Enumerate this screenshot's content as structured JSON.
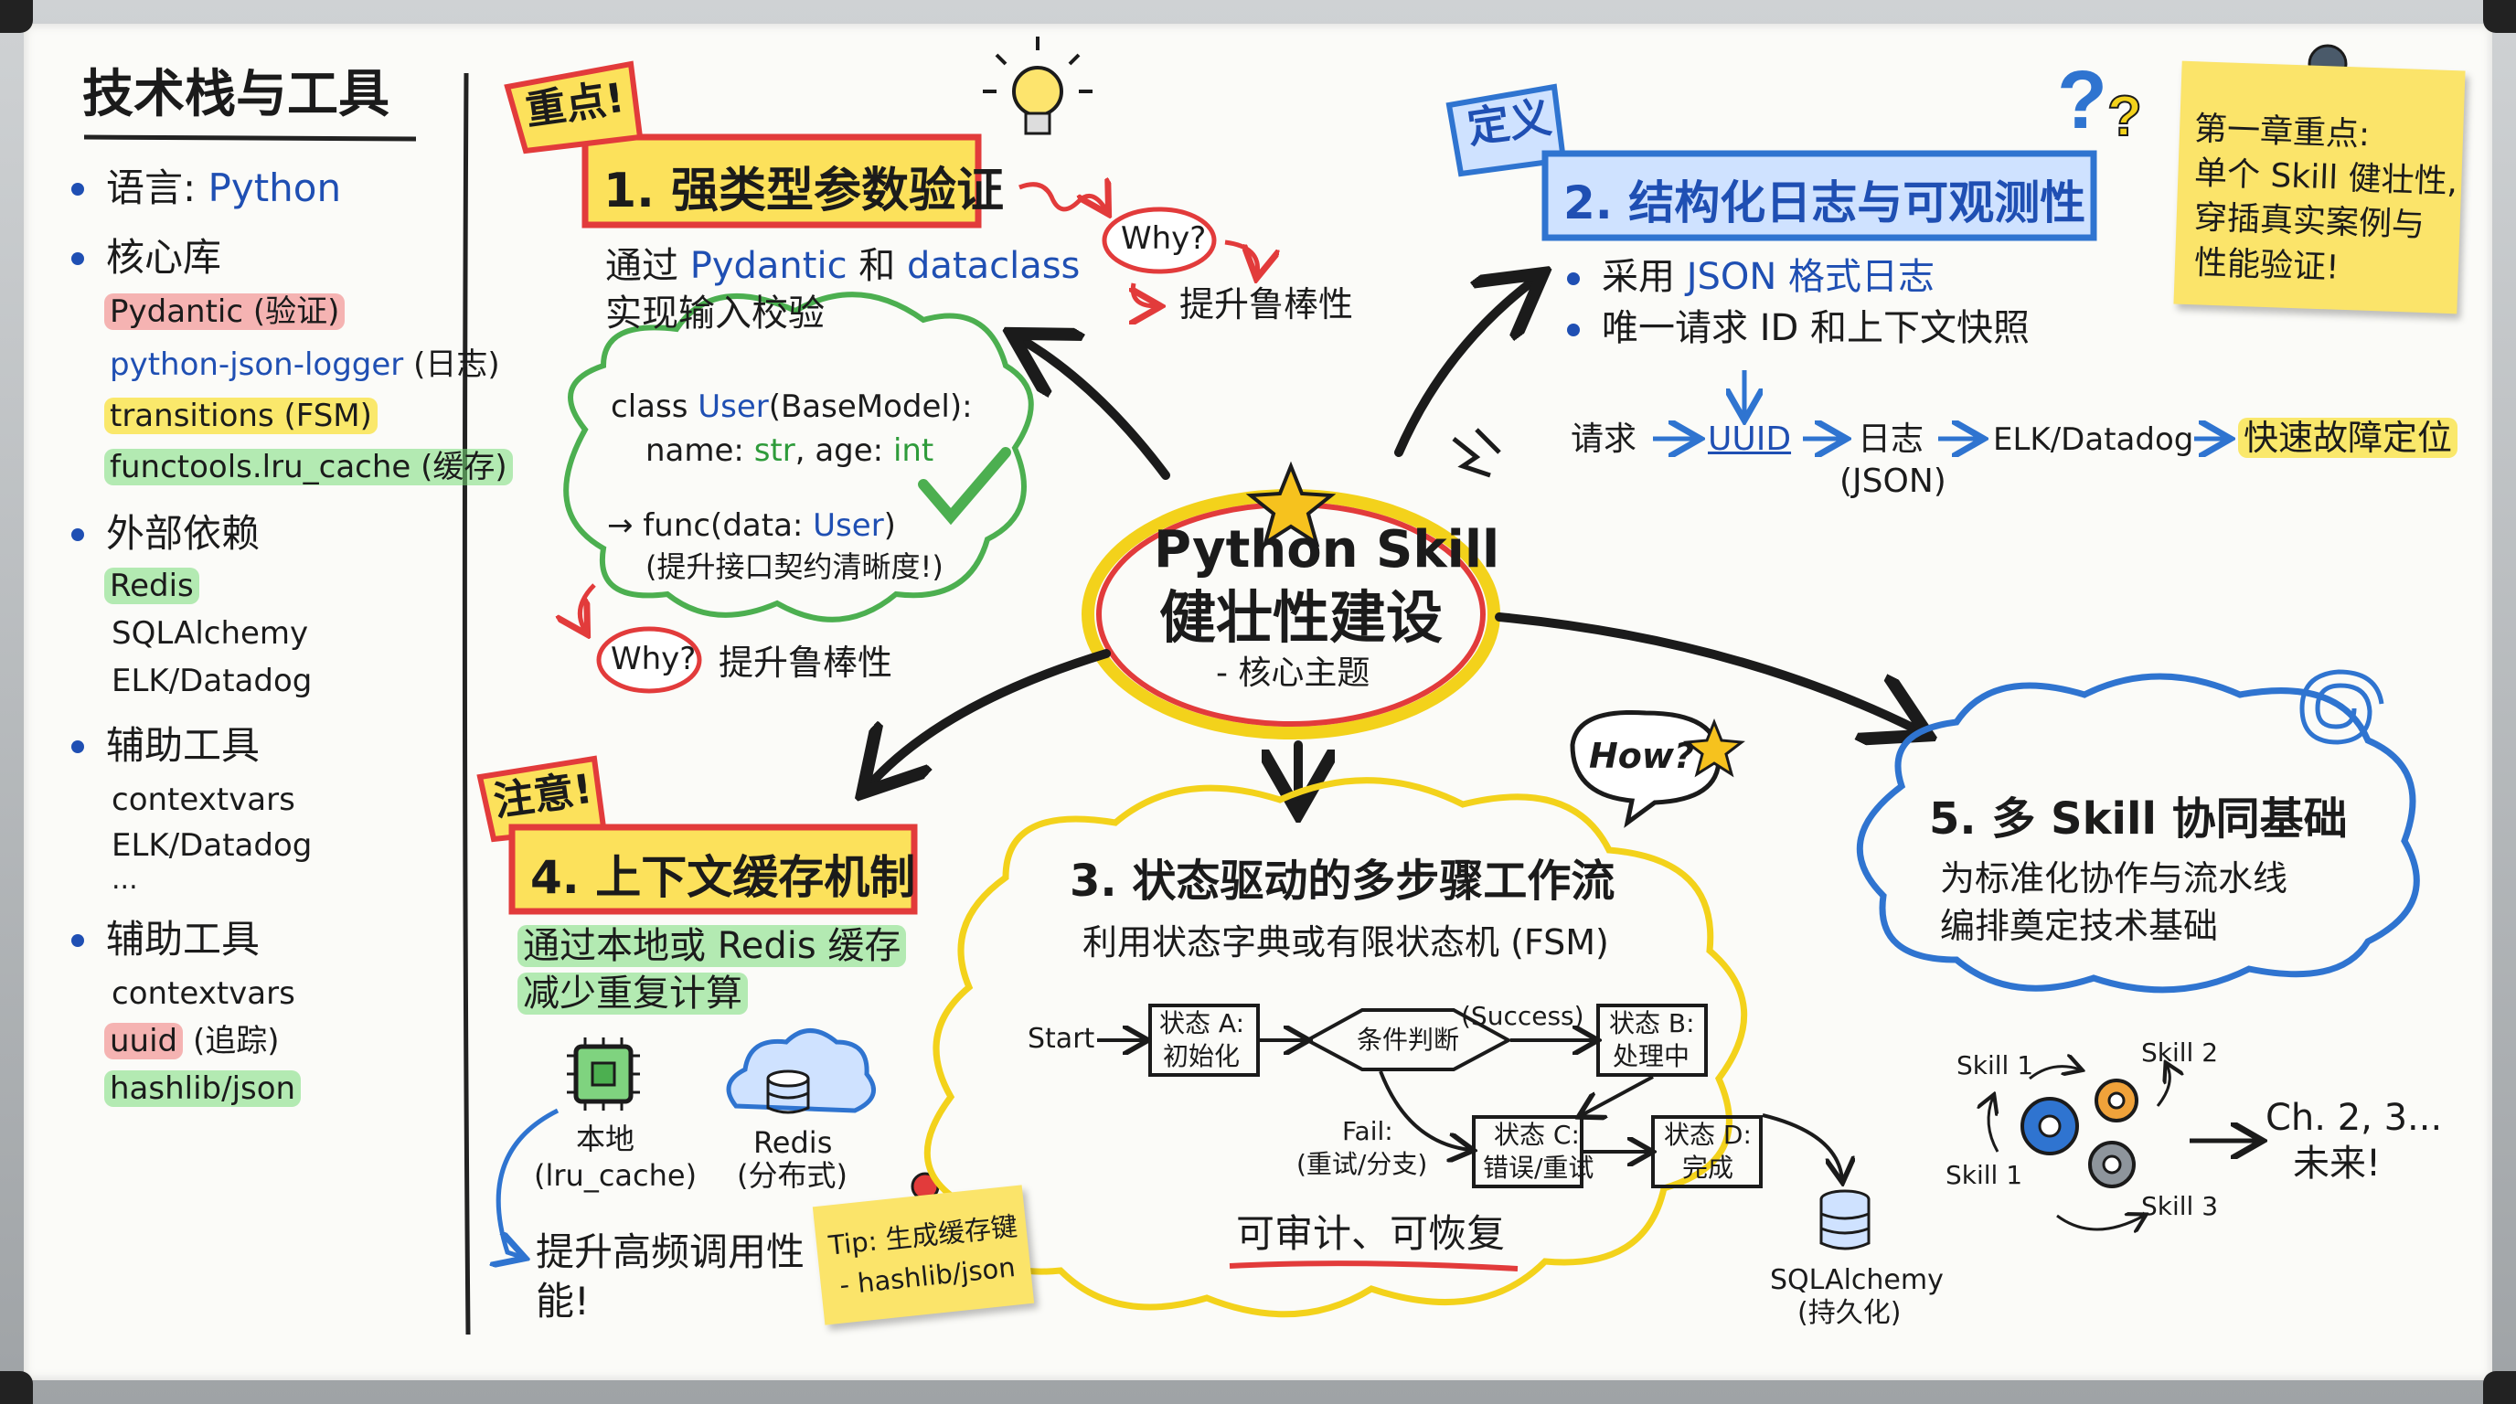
{
  "sidebar": {
    "title": "技术栈与工具",
    "lang_label": "语言: ",
    "lang_value": "Python",
    "core_label": "核心库",
    "core_items": [
      "Pydantic (验证)",
      "python-json-logger",
      "(日志)",
      "transitions (FSM)",
      "functools.lru_cache (缓存)"
    ],
    "ext_label": "外部依赖",
    "ext_items": [
      "Redis",
      "SQLAlchemy",
      "ELK/Datadog"
    ],
    "aux1_label": "辅助工具",
    "aux1_items": [
      "contextvars",
      "ELK/Datadog",
      "..."
    ],
    "aux2_label": "辅助工具",
    "aux2_items": [
      "contextvars",
      "uuid",
      "(追踪)",
      "hashlib/json"
    ]
  },
  "center": {
    "line1": "Python Skill",
    "line2": "健壮性建设",
    "line3": "- 核心主题"
  },
  "n1": {
    "tag": "重点!",
    "title": "1. 强类型参数验证",
    "desc_prefix": "通过 ",
    "desc_a": "Pydantic",
    "desc_mid": " 和 ",
    "desc_b": "dataclass",
    "desc_line2": "实现输入校验",
    "why": "Why?",
    "why_result": "提升鲁棒性",
    "code1_a": "class ",
    "code1_b": "User",
    "code1_c": "(BaseModel):",
    "code2_a": "name: ",
    "code2_b": "str",
    "code2_c": ", age: ",
    "code2_d": "int",
    "code3_a": "→ func(data: ",
    "code3_b": "User",
    "code3_c": ")",
    "code4": "(提升接口契约清晰度!)",
    "why2": "Why?",
    "why2_result": "提升鲁棒性"
  },
  "n2": {
    "tag": "定义",
    "title": "2. 结构化日志与可观测性",
    "b1_a": "采用 ",
    "b1_b": "JSON 格式日志",
    "b2": "唯一请求 ID 和上下文快照",
    "flow": [
      "请求",
      "UUID",
      "日志",
      "(JSON)",
      "ELK/Datadog",
      "快速故障定位"
    ]
  },
  "sticky": {
    "l1": "第一章重点:",
    "l2": "单个 Skill 健壮性,",
    "l3": "穿插真实案例与",
    "l4": "性能验证!"
  },
  "n3": {
    "how": "How?",
    "title": "3. 状态驱动的多步骤工作流",
    "sub": "利用状态字典或有限状态机 (FSM)",
    "start": "Start",
    "sa": [
      "状态 A:",
      "初始化"
    ],
    "cond": "条件判断",
    "success": "(Success)",
    "sb": [
      "状态 B:",
      "处理中"
    ],
    "fail": [
      "Fail:",
      "(重试/分支)"
    ],
    "sc": [
      "状态 C:",
      "错误/重试"
    ],
    "sd": [
      "状态 D:",
      "完成"
    ],
    "footer": "可审计、可恢复",
    "db": [
      "SQLAlchemy",
      "(持久化)"
    ]
  },
  "n4": {
    "tag": "注意!",
    "title": "4. 上下文缓存机制",
    "d1": "通过本地或 Redis 缓存",
    "d2": "减少重复计算",
    "local": [
      "本地",
      "(lru_cache)"
    ],
    "redis": [
      "Redis",
      "(分布式)"
    ],
    "result1": "提升高频调用性",
    "result2": "能!",
    "tip1": "Tip: 生成缓存键",
    "tip2": "- hashlib/json"
  },
  "n5": {
    "title": "5. 多 Skill 协同基础",
    "d1": "为标准化协作与流水线",
    "d2": "编排奠定技术基础",
    "skills": [
      "Skill 1",
      "Skill 2",
      "Skill 1",
      "Skill 3"
    ],
    "future1": "Ch. 2, 3...",
    "future2": "未来!"
  },
  "colors": {
    "red": "#e23b3b",
    "yellow": "#f3d21b",
    "blue": "#2f74d0",
    "green": "#4caf50",
    "ink": "#1b1b1b"
  }
}
